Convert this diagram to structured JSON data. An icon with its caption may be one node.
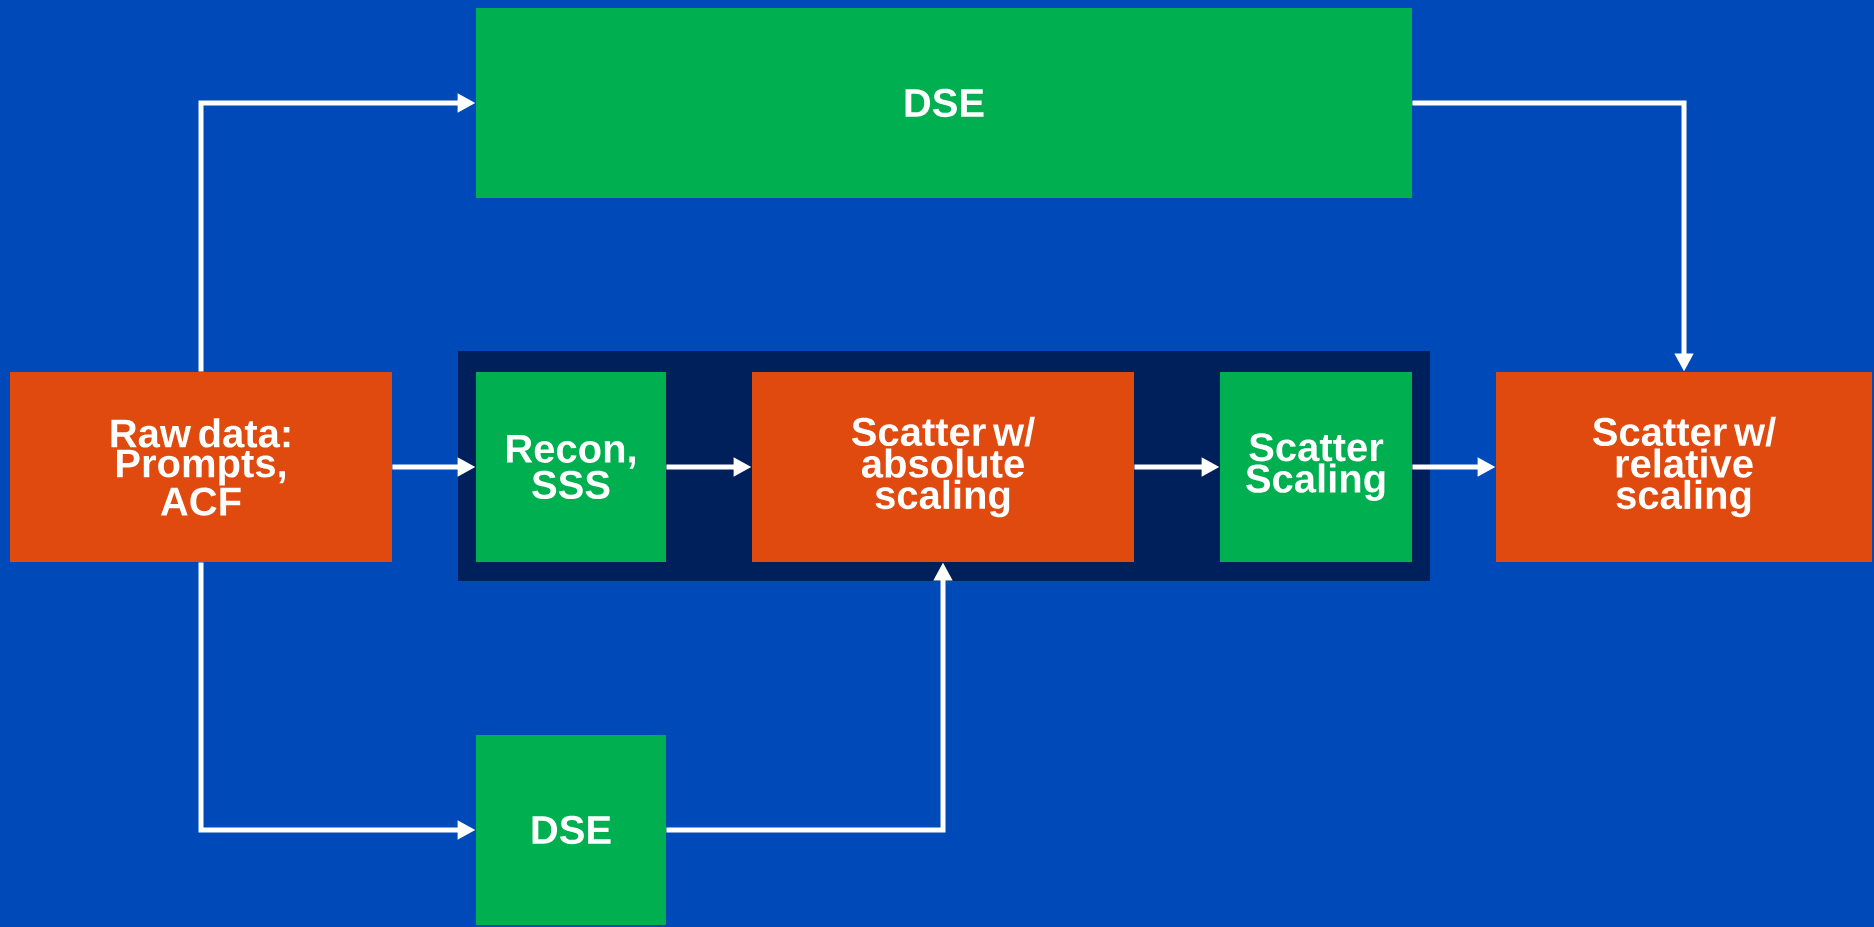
{
  "diagram": {
    "nodes": [
      {
        "text": [
          "DSE"
        ]
      },
      {
        "text": [
          "Raw data: Prompts, ACF"
        ]
      },
      {
        "text": [],
        "shape": "box"
      },
      {
        "text": [
          "Recon, SSS"
        ],
        "in": 2
      },
      {
        "text": [
          "Scatter w/ absolute scaling"
        ],
        "in": 2
      },
      {
        "text": [
          "Scatter Scaling"
        ],
        "in": 2
      },
      {
        "text": [
          "Scatter w/ relative scaling"
        ]
      },
      {
        "text": [
          "DSE"
        ]
      }
    ],
    "edges": [
      {
        "from": 1,
        "to": 0,
        "arrow": "to"
      },
      {
        "from": 1,
        "to": 3,
        "arrow": "to"
      },
      {
        "from": 3,
        "to": 4,
        "arrow": "to"
      },
      {
        "from": 4,
        "to": 5,
        "arrow": "to"
      },
      {
        "from": 5,
        "to": 6,
        "arrow": "to"
      },
      {
        "from": 0,
        "to": 6,
        "arrow": "to"
      },
      {
        "from": 1,
        "to": 7,
        "arrow": "to"
      },
      {
        "from": 7,
        "to": 4,
        "arrow": "to"
      }
    ]
  }
}
